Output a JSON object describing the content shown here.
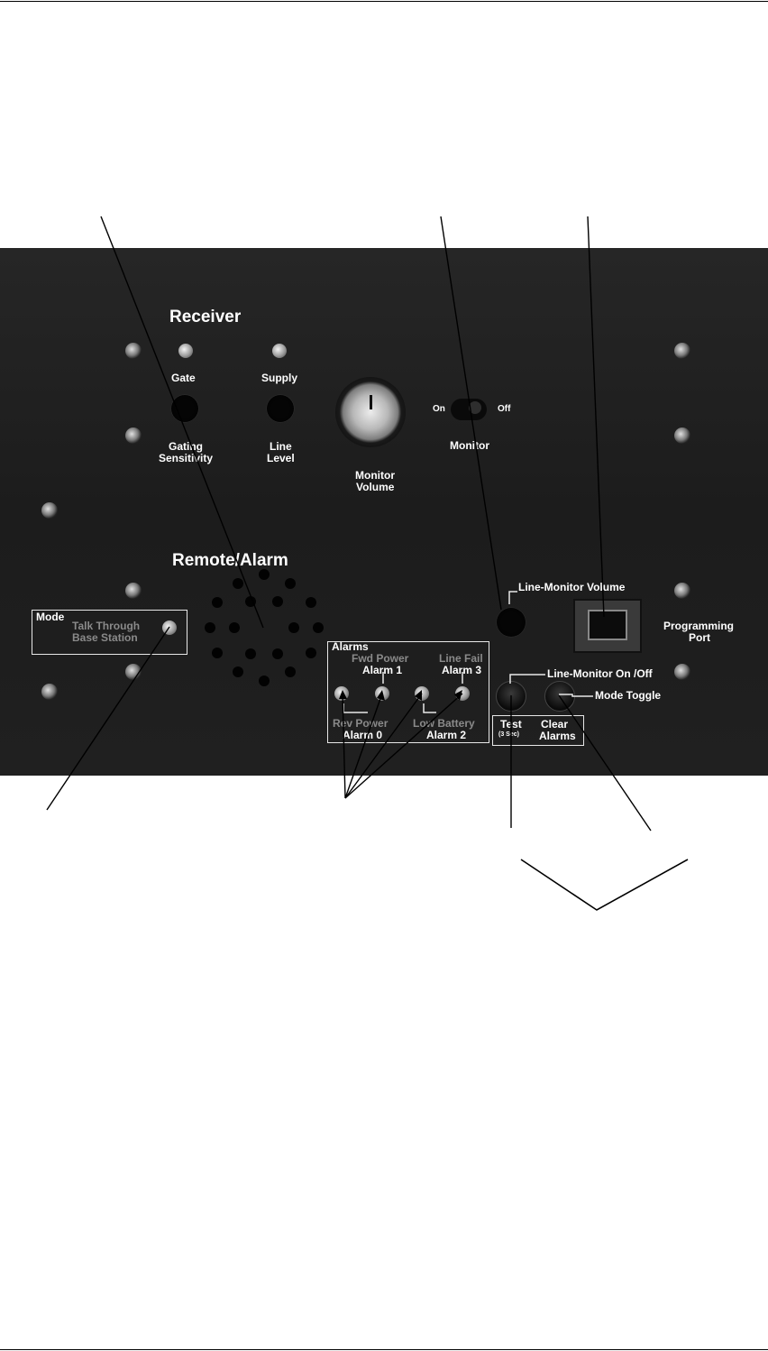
{
  "receiver": {
    "title": "Receiver",
    "gate": "Gate",
    "supply": "Supply",
    "gating_line1": "Gating",
    "gating_line2": "Sensitivity",
    "line_level_line1": "Line",
    "line_level_line2": "Level",
    "monitor_volume_line1": "Monitor",
    "monitor_volume_line2": "Volume",
    "on": "On",
    "off": "Off",
    "monitor": "Monitor"
  },
  "remote": {
    "title": "Remote/Alarm",
    "mode": "Mode",
    "talk_through": "Talk Through",
    "base_station": "Base Station",
    "alarms_title": "Alarms",
    "fwd_power": "Fwd Power",
    "alarm1": "Alarm 1",
    "line_fail": "Line Fail",
    "alarm3": "Alarm 3",
    "rev_power": "Rev Power",
    "alarm0": "Alarm 0",
    "low_battery": "Low Battery",
    "alarm2": "Alarm 2",
    "line_monitor_volume": "Line-Monitor Volume",
    "programming_line1": "Programming",
    "programming_line2": "Port",
    "line_monitor_onoff": "Line-Monitor On /Off",
    "mode_toggle": "Mode Toggle",
    "test": "Test",
    "test_sub": "(3 Sec)",
    "clear_line1": "Clear",
    "clear_line2": "Alarms"
  }
}
